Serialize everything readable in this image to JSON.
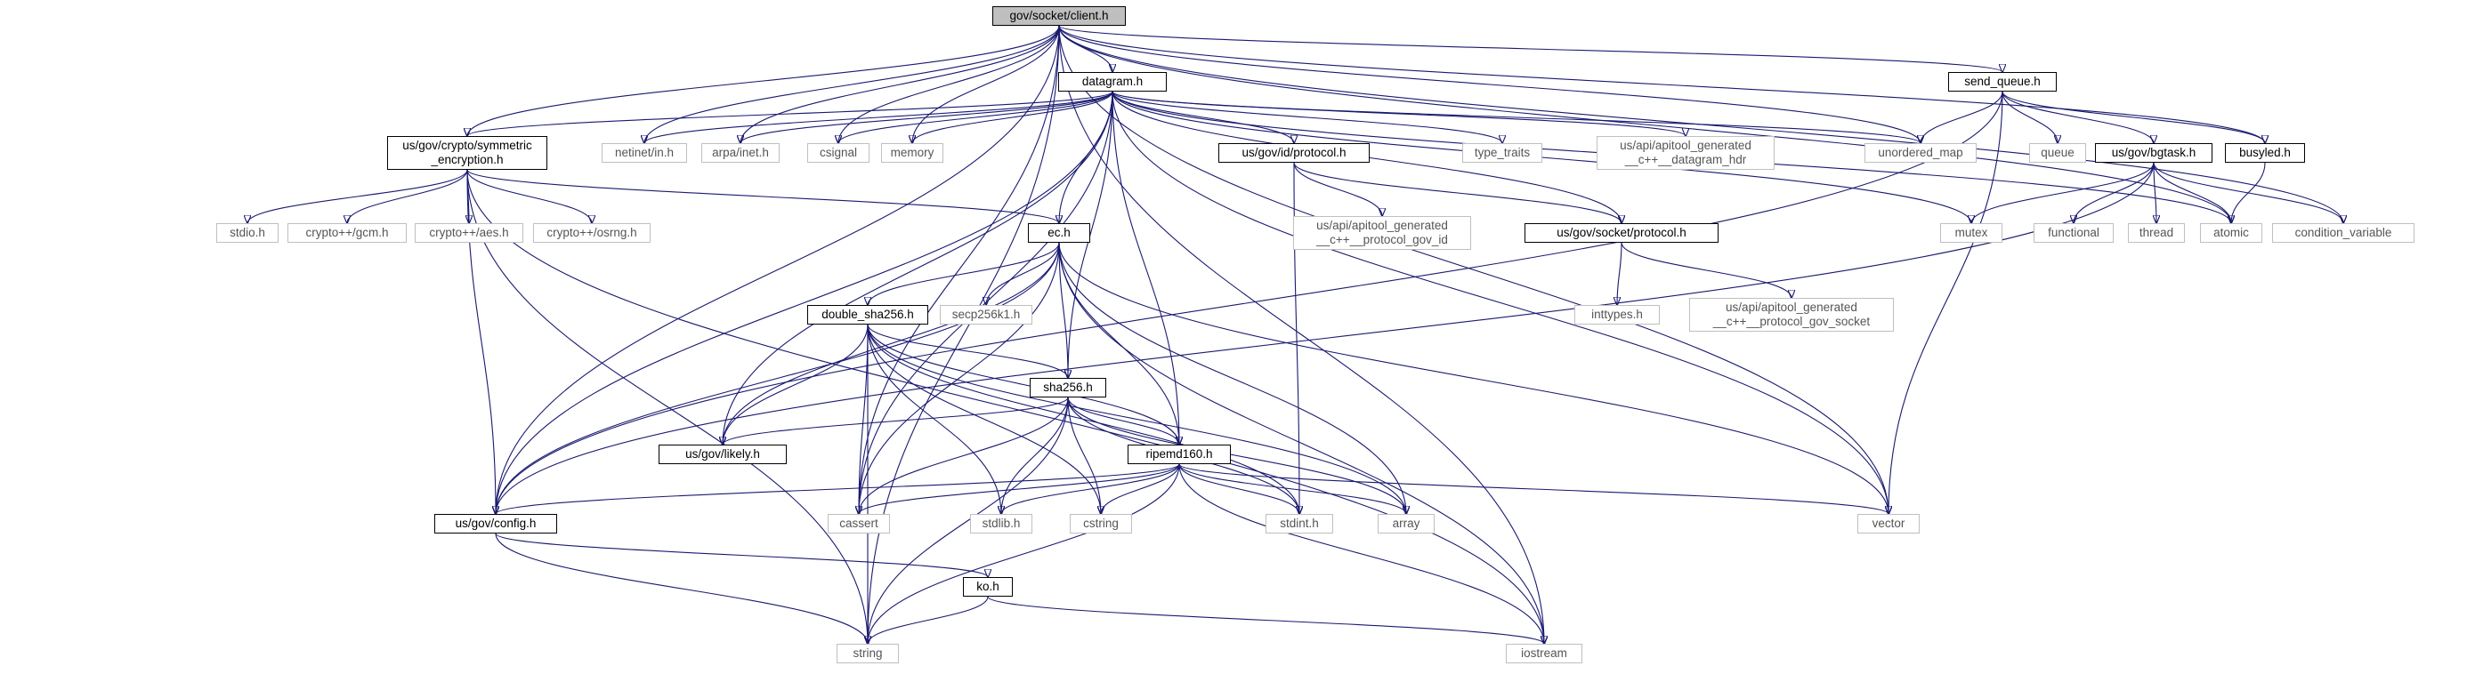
{
  "graph": {
    "edge_color": "#191970",
    "root_fill": "#bfbfbf",
    "local_border": "#000000",
    "system_border": "#bfbfbf",
    "nodes": [
      {
        "id": "client",
        "label": "gov/socket/client.h",
        "kind": "root"
      },
      {
        "id": "datagram",
        "label": "datagram.h",
        "kind": "local"
      },
      {
        "id": "send_queue",
        "label": "send_queue.h",
        "kind": "local"
      },
      {
        "id": "symmetric",
        "label": "us/gov/crypto/symmetric\n_encryption.h",
        "kind": "local"
      },
      {
        "id": "netinet",
        "label": "netinet/in.h",
        "kind": "system"
      },
      {
        "id": "arpa",
        "label": "arpa/inet.h",
        "kind": "system"
      },
      {
        "id": "csignal",
        "label": "csignal",
        "kind": "system"
      },
      {
        "id": "memory",
        "label": "memory",
        "kind": "system"
      },
      {
        "id": "idprotocol",
        "label": "us/gov/id/protocol.h",
        "kind": "local"
      },
      {
        "id": "type_traits",
        "label": "type_traits",
        "kind": "system"
      },
      {
        "id": "dgram_hdr",
        "label": "us/api/apitool_generated\n__c++__datagram_hdr",
        "kind": "system"
      },
      {
        "id": "unordered_map",
        "label": "unordered_map",
        "kind": "system"
      },
      {
        "id": "queue",
        "label": "queue",
        "kind": "system"
      },
      {
        "id": "bgtask",
        "label": "us/gov/bgtask.h",
        "kind": "local"
      },
      {
        "id": "busyled",
        "label": "busyled.h",
        "kind": "local"
      },
      {
        "id": "stdio",
        "label": "stdio.h",
        "kind": "system"
      },
      {
        "id": "gcm",
        "label": "crypto++/gcm.h",
        "kind": "system"
      },
      {
        "id": "aes",
        "label": "crypto++/aes.h",
        "kind": "system"
      },
      {
        "id": "osrng",
        "label": "crypto++/osrng.h",
        "kind": "system"
      },
      {
        "id": "ec",
        "label": "ec.h",
        "kind": "local"
      },
      {
        "id": "prot_gov_id",
        "label": "us/api/apitool_generated\n__c++__protocol_gov_id",
        "kind": "system"
      },
      {
        "id": "sockprotocol",
        "label": "us/gov/socket/protocol.h",
        "kind": "local"
      },
      {
        "id": "mutex",
        "label": "mutex",
        "kind": "system"
      },
      {
        "id": "functional",
        "label": "functional",
        "kind": "system"
      },
      {
        "id": "thread",
        "label": "thread",
        "kind": "system"
      },
      {
        "id": "atomic",
        "label": "atomic",
        "kind": "system"
      },
      {
        "id": "condvar",
        "label": "condition_variable",
        "kind": "system"
      },
      {
        "id": "double_sha256",
        "label": "double_sha256.h",
        "kind": "local"
      },
      {
        "id": "secp",
        "label": "secp256k1.h",
        "kind": "system"
      },
      {
        "id": "inttypes",
        "label": "inttypes.h",
        "kind": "system"
      },
      {
        "id": "prot_gov_socket",
        "label": "us/api/apitool_generated\n__c++__protocol_gov_socket",
        "kind": "system"
      },
      {
        "id": "sha256",
        "label": "sha256.h",
        "kind": "local"
      },
      {
        "id": "likely",
        "label": "us/gov/likely.h",
        "kind": "local"
      },
      {
        "id": "ripemd",
        "label": "ripemd160.h",
        "kind": "local"
      },
      {
        "id": "config",
        "label": "us/gov/config.h",
        "kind": "local"
      },
      {
        "id": "cassert",
        "label": "cassert",
        "kind": "system"
      },
      {
        "id": "stdlib",
        "label": "stdlib.h",
        "kind": "system"
      },
      {
        "id": "cstring",
        "label": "cstring",
        "kind": "system"
      },
      {
        "id": "stdint",
        "label": "stdint.h",
        "kind": "system"
      },
      {
        "id": "array",
        "label": "array",
        "kind": "system"
      },
      {
        "id": "vector",
        "label": "vector",
        "kind": "system"
      },
      {
        "id": "ko",
        "label": "ko.h",
        "kind": "local"
      },
      {
        "id": "string",
        "label": "string",
        "kind": "system"
      },
      {
        "id": "iostream",
        "label": "iostream",
        "kind": "system"
      }
    ],
    "edges": [
      [
        "client",
        "datagram"
      ],
      [
        "client",
        "send_queue"
      ],
      [
        "client",
        "symmetric"
      ],
      [
        "client",
        "netinet"
      ],
      [
        "client",
        "arpa"
      ],
      [
        "client",
        "csignal"
      ],
      [
        "client",
        "memory"
      ],
      [
        "client",
        "unordered_map"
      ],
      [
        "client",
        "busyled"
      ],
      [
        "client",
        "atomic"
      ],
      [
        "client",
        "condvar"
      ],
      [
        "client",
        "vector"
      ],
      [
        "client",
        "iostream"
      ],
      [
        "client",
        "string"
      ],
      [
        "client",
        "config"
      ],
      [
        "client",
        "cassert"
      ],
      [
        "datagram",
        "symmetric"
      ],
      [
        "datagram",
        "netinet"
      ],
      [
        "datagram",
        "arpa"
      ],
      [
        "datagram",
        "csignal"
      ],
      [
        "datagram",
        "memory"
      ],
      [
        "datagram",
        "idprotocol"
      ],
      [
        "datagram",
        "type_traits"
      ],
      [
        "datagram",
        "dgram_hdr"
      ],
      [
        "datagram",
        "unordered_map"
      ],
      [
        "datagram",
        "ec"
      ],
      [
        "datagram",
        "sockprotocol"
      ],
      [
        "datagram",
        "mutex"
      ],
      [
        "datagram",
        "atomic"
      ],
      [
        "datagram",
        "vector"
      ],
      [
        "datagram",
        "sha256"
      ],
      [
        "datagram",
        "ripemd"
      ],
      [
        "datagram",
        "likely"
      ],
      [
        "datagram",
        "config"
      ],
      [
        "datagram",
        "cassert"
      ],
      [
        "send_queue",
        "unordered_map"
      ],
      [
        "send_queue",
        "queue"
      ],
      [
        "send_queue",
        "bgtask"
      ],
      [
        "send_queue",
        "busyled"
      ],
      [
        "send_queue",
        "vector"
      ],
      [
        "send_queue",
        "config"
      ],
      [
        "symmetric",
        "stdio"
      ],
      [
        "symmetric",
        "gcm"
      ],
      [
        "symmetric",
        "aes"
      ],
      [
        "symmetric",
        "osrng"
      ],
      [
        "symmetric",
        "ec"
      ],
      [
        "symmetric",
        "config"
      ],
      [
        "symmetric",
        "string"
      ],
      [
        "symmetric",
        "iostream"
      ],
      [
        "idprotocol",
        "prot_gov_id"
      ],
      [
        "idprotocol",
        "sockprotocol"
      ],
      [
        "idprotocol",
        "stdint"
      ],
      [
        "sockprotocol",
        "inttypes"
      ],
      [
        "sockprotocol",
        "prot_gov_socket"
      ],
      [
        "bgtask",
        "mutex"
      ],
      [
        "bgtask",
        "functional"
      ],
      [
        "bgtask",
        "thread"
      ],
      [
        "bgtask",
        "atomic"
      ],
      [
        "bgtask",
        "condvar"
      ],
      [
        "bgtask",
        "config"
      ],
      [
        "busyled",
        "atomic"
      ],
      [
        "ec",
        "double_sha256"
      ],
      [
        "ec",
        "secp"
      ],
      [
        "ec",
        "sha256"
      ],
      [
        "ec",
        "ripemd"
      ],
      [
        "ec",
        "likely"
      ],
      [
        "ec",
        "config"
      ],
      [
        "ec",
        "cassert"
      ],
      [
        "ec",
        "array"
      ],
      [
        "ec",
        "vector"
      ],
      [
        "ec",
        "iostream"
      ],
      [
        "double_sha256",
        "sha256"
      ],
      [
        "double_sha256",
        "likely"
      ],
      [
        "double_sha256",
        "ripemd"
      ],
      [
        "double_sha256",
        "cassert"
      ],
      [
        "double_sha256",
        "stdlib"
      ],
      [
        "double_sha256",
        "cstring"
      ],
      [
        "double_sha256",
        "stdint"
      ],
      [
        "double_sha256",
        "array"
      ],
      [
        "double_sha256",
        "string"
      ],
      [
        "sha256",
        "likely"
      ],
      [
        "sha256",
        "ripemd"
      ],
      [
        "sha256",
        "cassert"
      ],
      [
        "sha256",
        "stdlib"
      ],
      [
        "sha256",
        "cstring"
      ],
      [
        "sha256",
        "stdint"
      ],
      [
        "sha256",
        "array"
      ],
      [
        "sha256",
        "string"
      ],
      [
        "ripemd",
        "config"
      ],
      [
        "ripemd",
        "cassert"
      ],
      [
        "ripemd",
        "stdlib"
      ],
      [
        "ripemd",
        "cstring"
      ],
      [
        "ripemd",
        "stdint"
      ],
      [
        "ripemd",
        "array"
      ],
      [
        "ripemd",
        "vector"
      ],
      [
        "ripemd",
        "string"
      ],
      [
        "ripemd",
        "iostream"
      ],
      [
        "config",
        "ko"
      ],
      [
        "config",
        "string"
      ],
      [
        "ko",
        "string"
      ],
      [
        "ko",
        "iostream"
      ]
    ]
  }
}
